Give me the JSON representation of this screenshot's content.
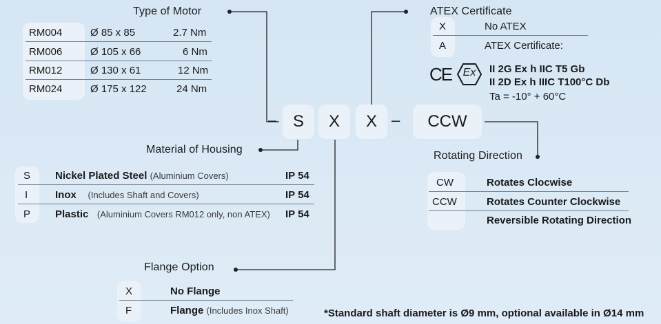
{
  "motor": {
    "title": "Type of Motor",
    "rows": [
      {
        "model": "RM004",
        "size": "Ø 85 x 85",
        "torque": "2.7 Nm"
      },
      {
        "model": "RM006",
        "size": "Ø 105 x 66",
        "torque": "6 Nm"
      },
      {
        "model": "RM012",
        "size": "Ø 130 x 61",
        "torque": "12 Nm"
      },
      {
        "model": "RM024",
        "size": "Ø 175 x 122",
        "torque": "24 Nm"
      }
    ]
  },
  "atex": {
    "title": "ATEX Certificate",
    "rows": [
      {
        "code": "X",
        "label": "No ATEX"
      },
      {
        "code": "A",
        "label": "ATEX Certificate:"
      }
    ],
    "marks": {
      "ce": "CE",
      "ex": "Ex"
    },
    "cert_lines": [
      "II 2G Ex h IIC T5 Gb",
      "II 2D Ex h IIIC T100°C Db"
    ],
    "ta": "Ta = -10° + 60°C"
  },
  "code_boxes": [
    "S",
    "X",
    "X",
    "CCW"
  ],
  "separators": [
    "–",
    "–"
  ],
  "housing": {
    "title": "Material of Housing",
    "rows": [
      {
        "code": "S",
        "name": "Nickel Plated Steel",
        "note": "(Aluminium Covers)",
        "ip": "IP 54"
      },
      {
        "code": "I",
        "name": "Inox",
        "note": "(Includes Shaft and Covers)",
        "ip": "IP 54"
      },
      {
        "code": "P",
        "name": "Plastic",
        "note": "(Aluminium Covers RM012 only, non ATEX)",
        "ip": "IP 54"
      }
    ]
  },
  "rotation": {
    "title": "Rotating Direction",
    "rows": [
      {
        "code": "CW",
        "label": "Rotates Clocwise"
      },
      {
        "code": "CCW",
        "label": "Rotates Counter Clockwise"
      },
      {
        "code": "",
        "label": "Reversible Rotating Direction"
      }
    ]
  },
  "flange": {
    "title": "Flange Option",
    "rows": [
      {
        "code": "X",
        "name": "No Flange",
        "note": ""
      },
      {
        "code": "F",
        "name": "Flange",
        "note": "(Includes Inox Shaft)"
      }
    ]
  },
  "footnote": "*Standard shaft diameter is Ø9 mm, optional available in Ø14 mm",
  "colors": {
    "background": "#d9e8f5",
    "box": "#eaf1f8",
    "line": "#222222",
    "underline": "#6f7d8c"
  }
}
